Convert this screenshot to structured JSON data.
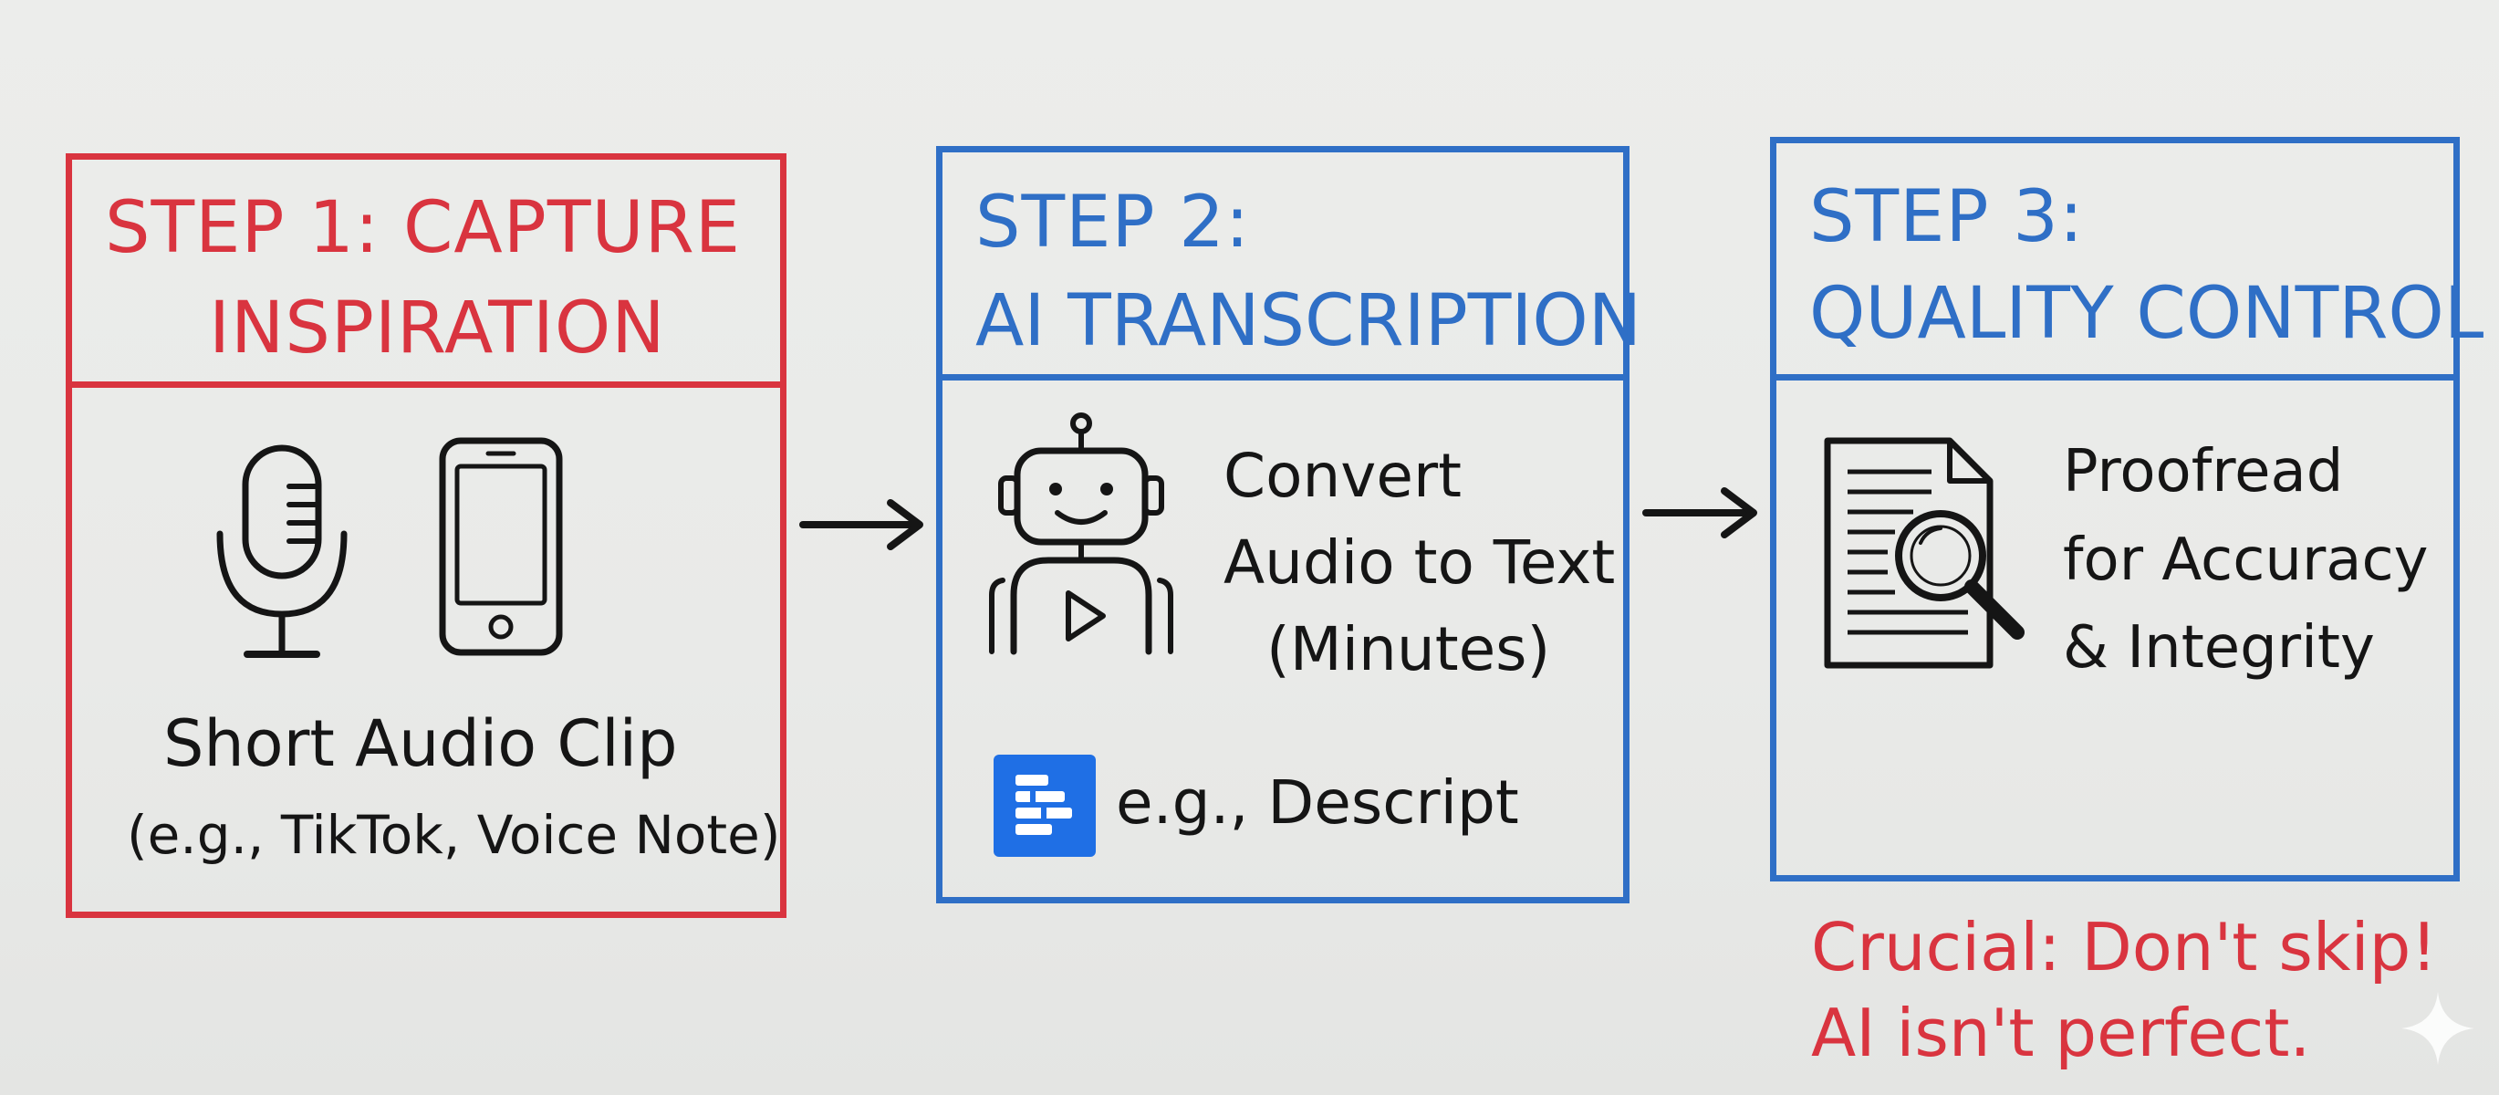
{
  "step1": {
    "title_line1": "STEP 1: CAPTURE",
    "title_line2": "INSPIRATION",
    "caption_line1": "Short Audio Clip",
    "caption_line2": "(e.g., TikTok, Voice Note)",
    "icons": [
      "microphone-icon",
      "smartphone-icon"
    ]
  },
  "step2": {
    "title_line1": "STEP 2:",
    "title_line2": "AI TRANSCRIPTION",
    "desc_line1": "Convert",
    "desc_line2": "Audio to Text",
    "desc_line3": "(Minutes)",
    "example": "e.g., Descript",
    "icons": [
      "robot-icon",
      "descript-logo-icon"
    ]
  },
  "step3": {
    "title_line1": "STEP 3:",
    "title_line2": "QUALITY CONTROL",
    "desc_line1": "Proofread",
    "desc_line2": "for Accuracy",
    "desc_line3": "& Integrity",
    "icons": [
      "document-magnifier-icon"
    ]
  },
  "note": {
    "line1": "Crucial: Don't skip!",
    "line2": "AI isn't perfect."
  },
  "colors": {
    "red": "#d9343f",
    "blue": "#2f6fc6",
    "ink": "#151515",
    "descript_blue": "#1f6fe5"
  }
}
